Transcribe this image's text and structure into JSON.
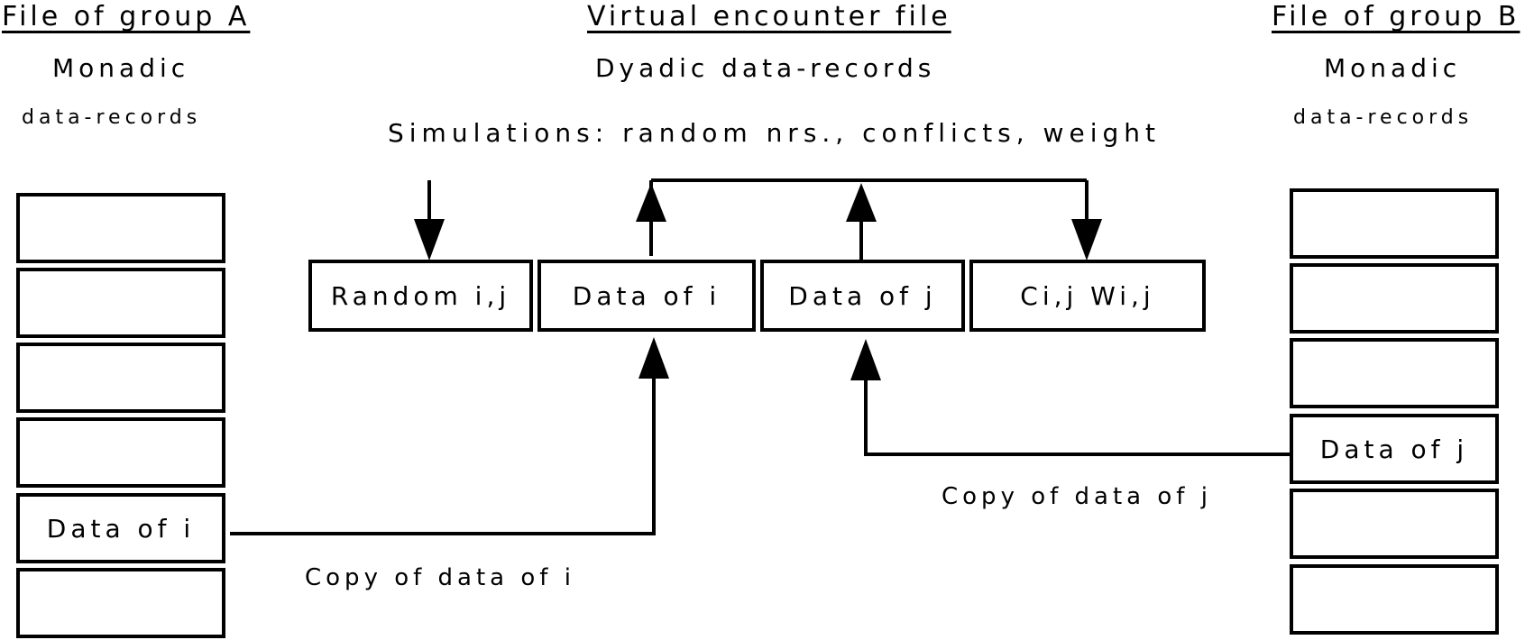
{
  "group_a": {
    "heading": "File of group A",
    "subtitle_line1": "Monadic",
    "subtitle_line2": "data-records",
    "records": [
      "",
      "",
      "",
      "",
      "Data of i",
      ""
    ]
  },
  "encounter": {
    "heading": "Virtual encounter file",
    "subtitle": "Dyadic data-records",
    "simulations": "Simulations: random nrs., conflicts, weight",
    "fields": [
      "Random i,j",
      "Data of i",
      "Data of j",
      "Ci,j  Wi,j"
    ]
  },
  "group_b": {
    "heading": "File of group B",
    "subtitle_line1": "Monadic",
    "subtitle_line2": "data-records",
    "records": [
      "",
      "",
      "",
      "Data of j",
      "",
      ""
    ]
  },
  "copy_i_label": "Copy of data of i",
  "copy_j_label": "Copy of data of j"
}
